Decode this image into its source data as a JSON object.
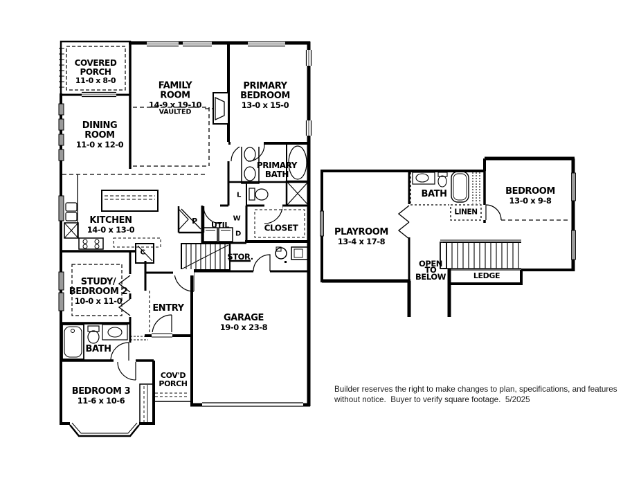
{
  "colors": {
    "line": "#000000",
    "background": "#ffffff",
    "window_tint": "#9a9a9a"
  },
  "main_floor": {
    "covered_porch": {
      "l1": "COVERED",
      "l2": "PORCH",
      "dims": "11-0 x 8-0"
    },
    "family_room": {
      "l1": "FAMILY",
      "l2": "ROOM",
      "dims": "14-9 x 19-10",
      "note": "VAULTED"
    },
    "primary_bedroom": {
      "l1": "PRIMARY",
      "l2": "BEDROOM",
      "dims": "13-0 x 15-0"
    },
    "dining_room": {
      "l1": "DINING",
      "l2": "ROOM",
      "dims": "11-0 x 12-0"
    },
    "primary_bath": {
      "l1": "PRIMARY",
      "l2": "BATH"
    },
    "kitchen": {
      "l1": "KITCHEN",
      "dims": "14-0 x 13-0"
    },
    "util": {
      "label": "UTIL"
    },
    "washer": {
      "label": "W"
    },
    "dryer": {
      "label": "D"
    },
    "linen_closet": {
      "label": "L"
    },
    "pantry": {
      "label": "P"
    },
    "coat_closet": {
      "label": "C"
    },
    "closet": {
      "label": "CLOSET"
    },
    "storage": {
      "label": "STOR."
    },
    "study_bedroom2": {
      "l1": "STUDY/",
      "l2": "BEDROOM 2",
      "dims": "10-0 x 11-0"
    },
    "entry": {
      "label": "ENTRY"
    },
    "bath": {
      "label": "BATH"
    },
    "bedroom3": {
      "l1": "BEDROOM 3",
      "dims": "11-6 x 10-6"
    },
    "covd_porch": {
      "l1": "COV'D",
      "l2": "PORCH"
    },
    "garage": {
      "l1": "GARAGE",
      "dims": "19-0 x 23-8"
    }
  },
  "upper_floor": {
    "playroom": {
      "l1": "PLAYROOM",
      "dims": "13-4 x 17-8"
    },
    "bath": {
      "label": "BATH"
    },
    "linen": {
      "label": "LINEN"
    },
    "bedroom": {
      "l1": "BEDROOM",
      "dims": "13-0 x 9-8"
    },
    "open_to_below": {
      "l1": "OPEN",
      "l2": "TO",
      "l3": "BELOW"
    },
    "ledge": {
      "label": "LEDGE"
    }
  },
  "disclaimer": {
    "line1": "Builder reserves the right to make changes to plan, specifications, and features",
    "line2": "without notice.  Buyer to verify square footage.  5/2025"
  }
}
